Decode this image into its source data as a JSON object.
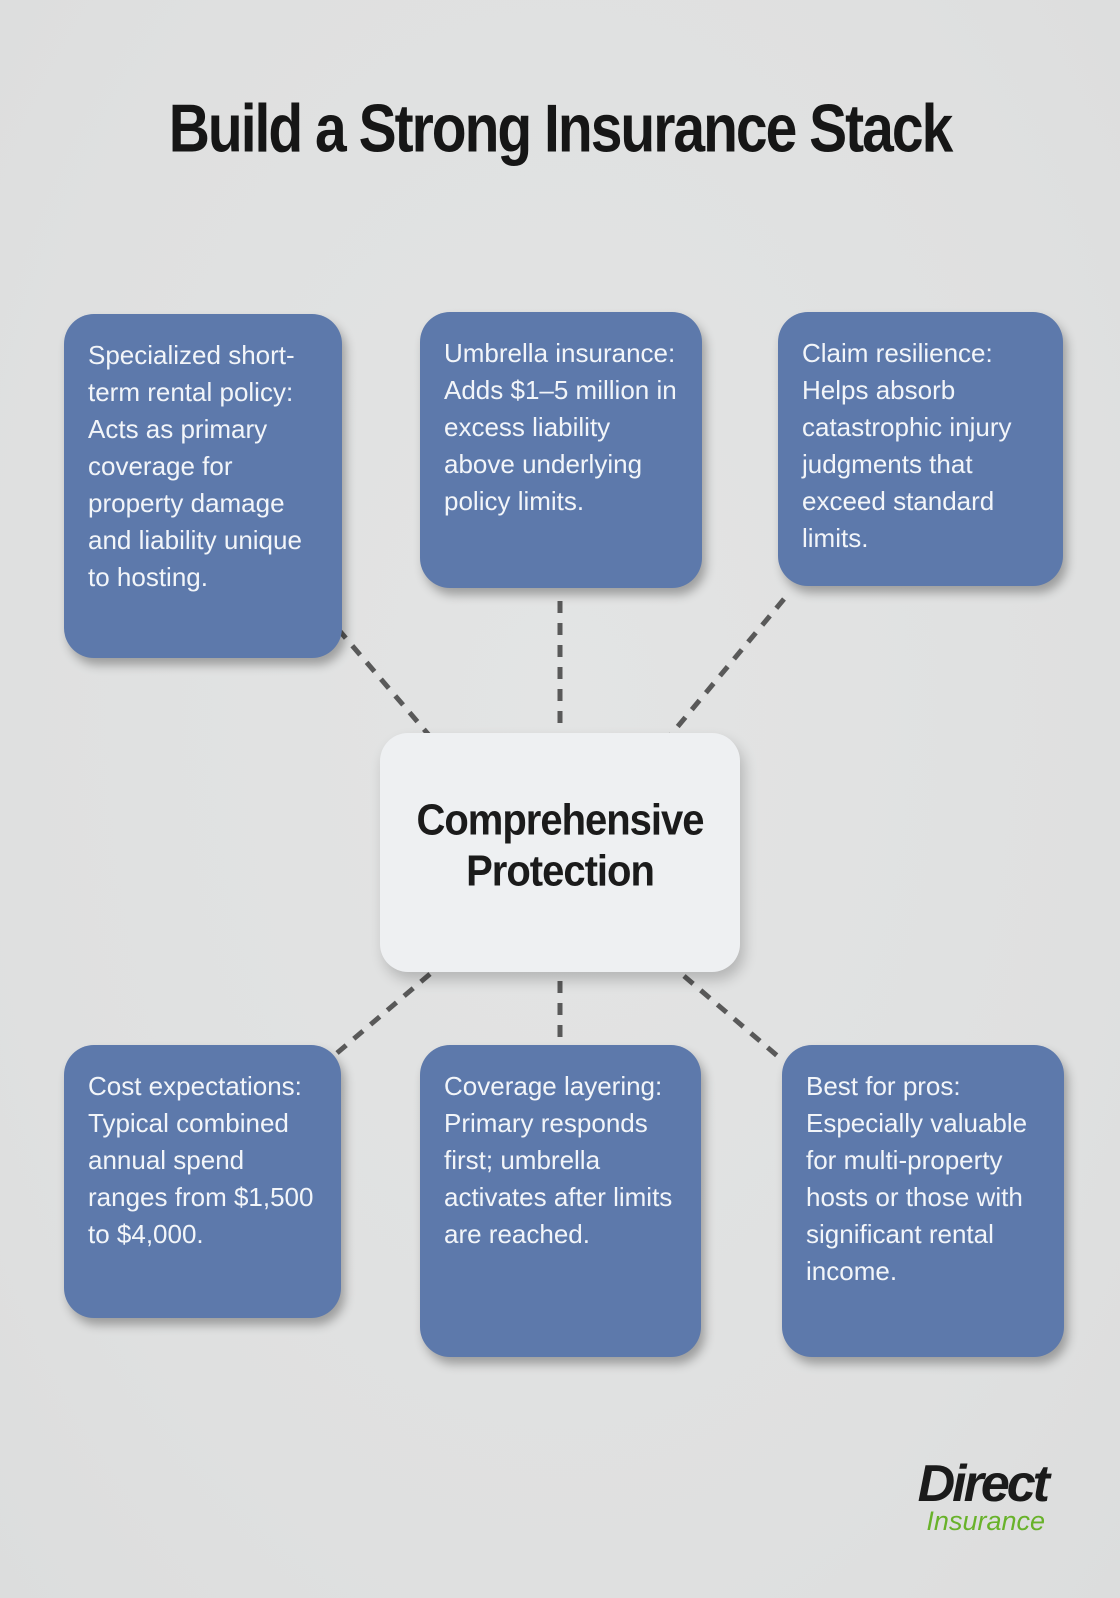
{
  "title": "Build a Strong Insurance Stack",
  "center": {
    "label": "Comprehensive Protection"
  },
  "cards": [
    {
      "position": "top-left",
      "text": "Specialized short-term rental policy: Acts as primary coverage for property damage and liability unique to hosting."
    },
    {
      "position": "top-middle",
      "text": "Umbrella insurance: Adds $1–5 million in excess liability above underlying policy limits."
    },
    {
      "position": "top-right",
      "text": "Claim resilience: Helps absorb catastrophic injury judgments that exceed standard limits."
    },
    {
      "position": "bottom-left",
      "text": "Cost expectations: Typical combined annual spend ranges from $1,500 to $4,000."
    },
    {
      "position": "bottom-middle",
      "text": "Coverage layering: Primary responds first; umbrella activates after limits are reached."
    },
    {
      "position": "bottom-right",
      "text": "Best for pros: Especially valuable for multi-property hosts or those with significant rental income."
    }
  ],
  "logo": {
    "primary": "Direct",
    "secondary": "Insurance"
  },
  "colors": {
    "background": "#e0e1e1",
    "card_background": "#5d79ab",
    "card_text": "#f2f5f9",
    "center_background": "#eef0f2",
    "connector": "#595959",
    "title_text": "#161616",
    "logo_primary": "#1b1b1b",
    "logo_secondary": "#68b22a"
  }
}
